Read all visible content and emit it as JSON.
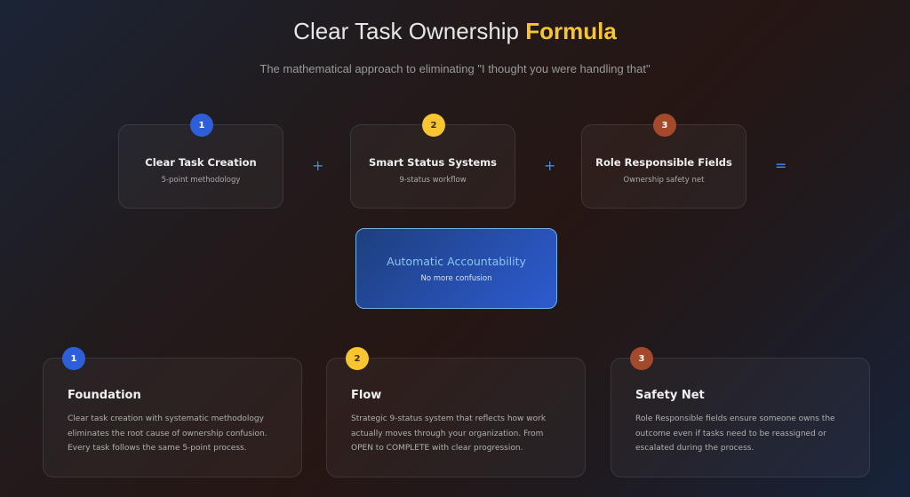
{
  "header": {
    "title": "Clear Task Ownership",
    "title_highlight": "Formula",
    "subtitle": "The mathematical approach to eliminating \"I thought you were handling that\""
  },
  "formula": {
    "items": [
      {
        "number": "1",
        "title": "Clear Task Creation",
        "subtitle": "5-point methodology"
      },
      {
        "number": "2",
        "title": "Smart Status Systems",
        "subtitle": "9-status workflow"
      },
      {
        "number": "3",
        "title": "Role Responsible Fields",
        "subtitle": "Ownership safety net"
      }
    ],
    "plus": "+",
    "equals": "=",
    "result": {
      "title": "Automatic Accountability",
      "subtitle": "No more confusion"
    }
  },
  "details": [
    {
      "number": "1",
      "title": "Foundation",
      "body": "Clear task creation with systematic methodology eliminates the root cause of ownership confusion. Every task follows the same 5-point process."
    },
    {
      "number": "2",
      "title": "Flow",
      "body": "Strategic 9-status system that reflects how work actually moves through your organization. From OPEN to COMPLETE with clear progression."
    },
    {
      "number": "3",
      "title": "Safety Net",
      "body": "Role Responsible fields ensure someone owns the outcome even if tasks need to be reassigned or escalated during the process."
    }
  ],
  "colors": {
    "accent_yellow": "#f7c531",
    "blue": "#2f5fd8",
    "rust": "#a34a2c"
  }
}
